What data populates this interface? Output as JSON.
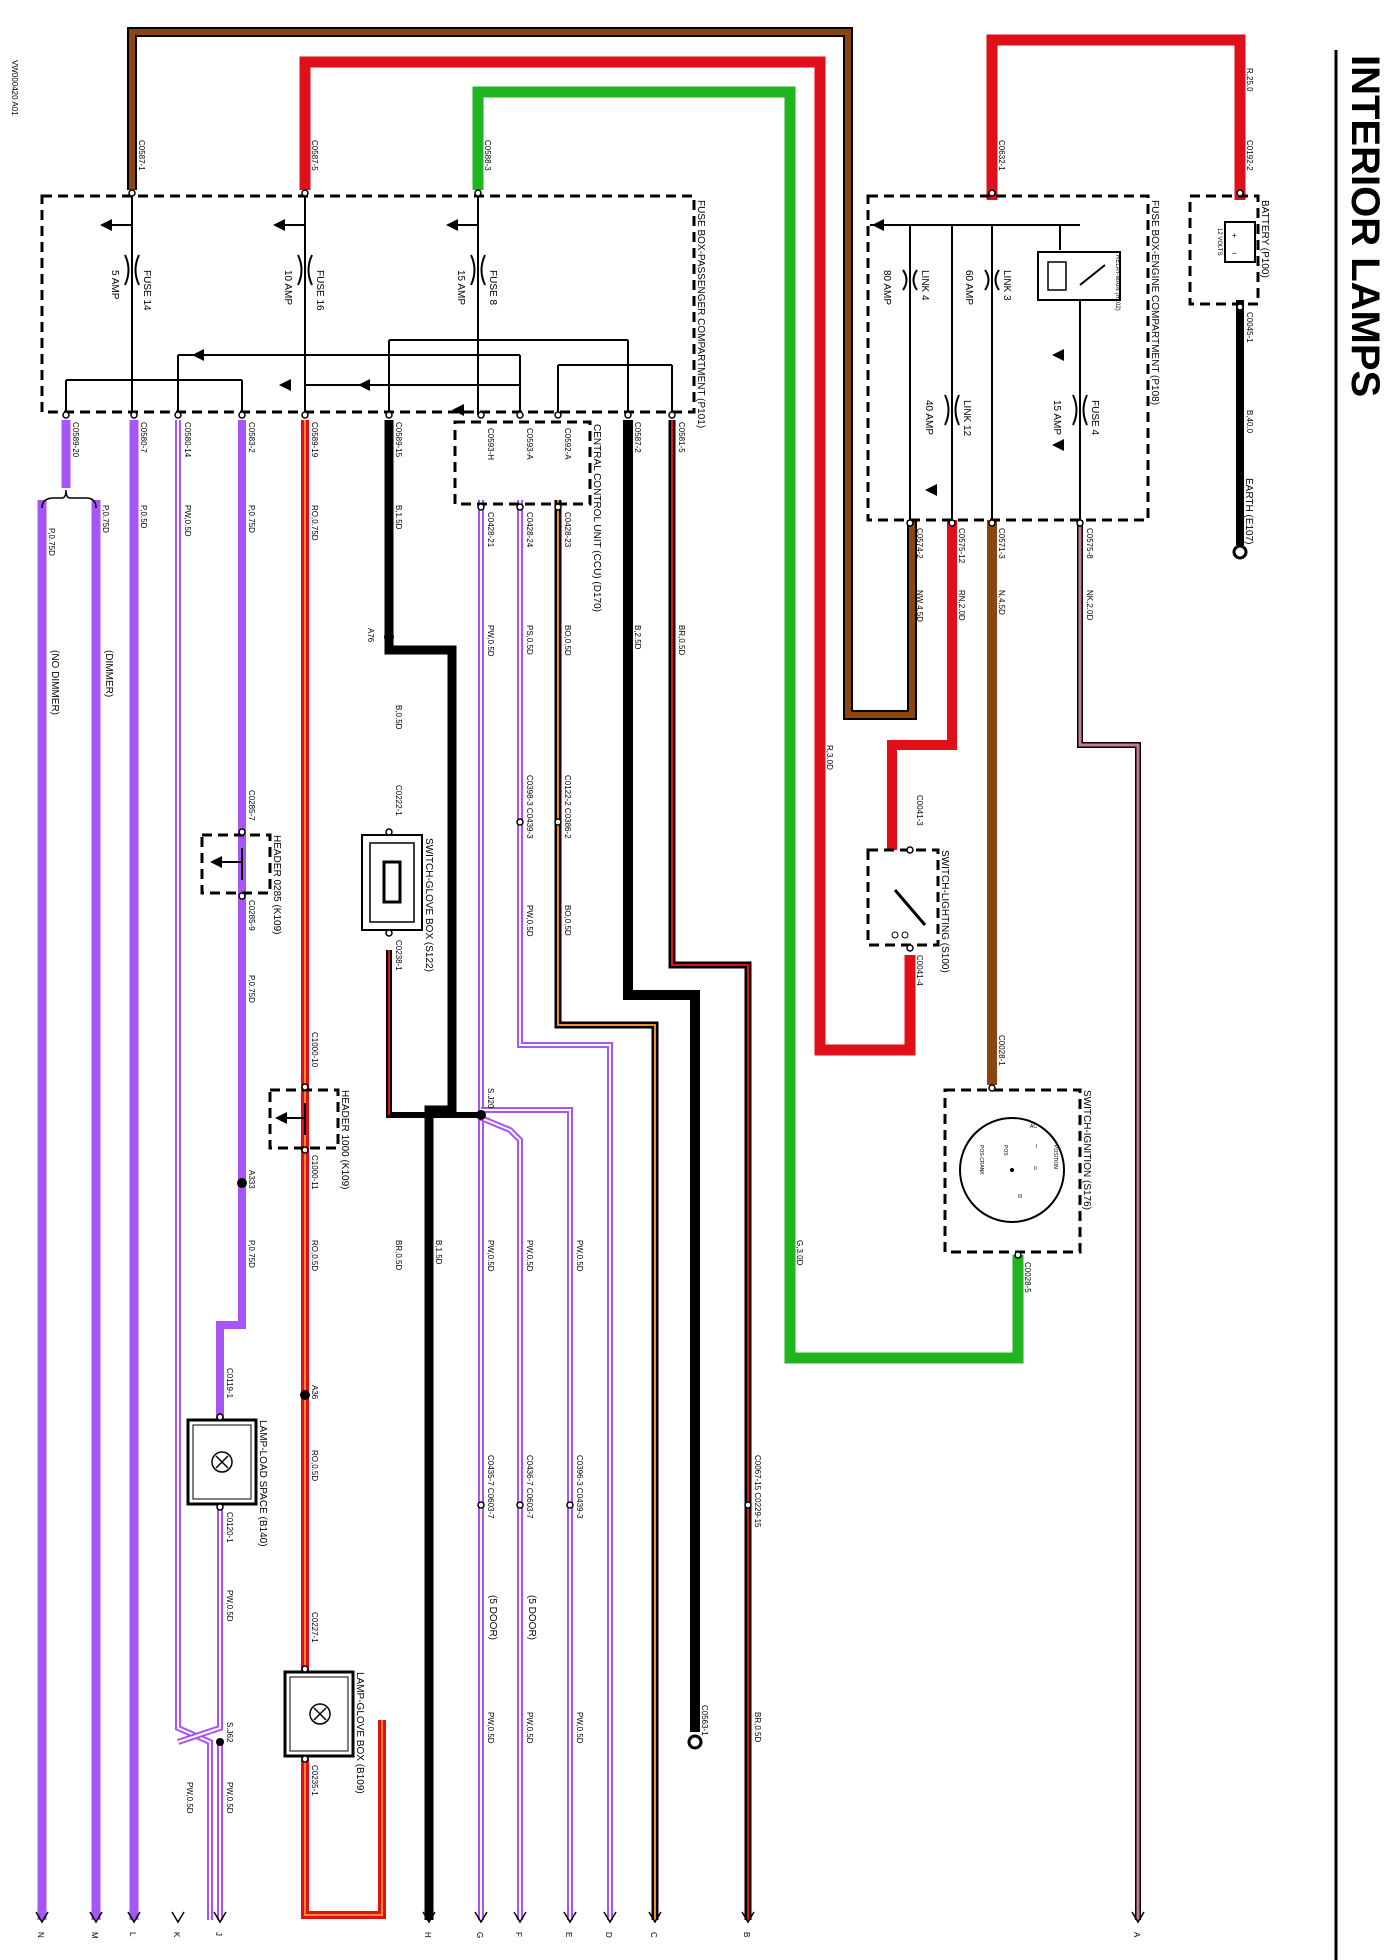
{
  "title": "INTERIOR LAMPS",
  "doc_id": "VW000420 A01",
  "colors": {
    "brown": "#8B4513",
    "red": "#E0101A",
    "green": "#1FB51F",
    "black": "#000000",
    "purple": "#A855F7",
    "pink": "#E86DA3",
    "orange": "#F28C28"
  },
  "components": {
    "battery": "BATTERY (P100)",
    "battery_volts": "12 VOLTS",
    "earth": "EARTH (E107)",
    "fusebox_engine": "FUSE BOX-ENGINE COMPARTMENT (P108)",
    "fusebox_passenger": "FUSE BOX-PASSENGER COMPARTMENT (P101)",
    "relay_main": "RELAY-MAIN (R102)",
    "ccu": "CENTRAL CONTROL UNIT (CCU) (D170)",
    "switch_lighting": "SWITCH-LIGHTING (S100)",
    "switch_ignition": "SWITCH-IGNITION (S176)",
    "switch_glovebox": "SWITCH-GLOVE BOX (S122)",
    "header_0285": "HEADER 0285 (K109)",
    "header_1000": "HEADER 1000 (K109)",
    "lamp_loadspace": "LAMP-LOAD SPACE (B140)",
    "lamp_glovebox": "LAMP-GLOVE BOX (B109)"
  },
  "ignition_positions": [
    "AC",
    "I",
    "II",
    "POSITION",
    "POS-CRANK",
    "POS",
    "III"
  ],
  "fuses": {
    "link4": [
      "LINK 4",
      "80 AMP"
    ],
    "link3": [
      "LINK 3",
      "60 AMP"
    ],
    "link12": [
      "LINK 12",
      "40 AMP"
    ],
    "fuse4": [
      "FUSE 4",
      "15 AMP"
    ],
    "fuse14": [
      "FUSE 14",
      "5 AMP"
    ],
    "fuse16": [
      "FUSE 16",
      "10 AMP"
    ],
    "fuse8": [
      "FUSE 8",
      "15 AMP"
    ]
  },
  "connectors": {
    "c0192_2": "C0192-2",
    "c0045_1": "C0045-1",
    "c0632_1": "C0632-1",
    "c0587_1": "C0587-1",
    "c0587_5": "C0587-5",
    "c0588_3": "C0588-3",
    "c0589_20": "C0589-20",
    "c0580_7": "C0580-7",
    "c0580_14": "C0580-14",
    "c0583_2": "C0583-2",
    "c0589_19": "C0589-19",
    "c0589_15": "C0589-15",
    "c0593_h": "C0593-H",
    "c0593_a": "C0593-A",
    "c0592_a": "C0592-A",
    "c0587_2": "C0587-2",
    "c0581_5": "C0581-5",
    "c0574_2": "C0574-2",
    "c0575_12": "C0575-12",
    "c0571_3": "C0571-3",
    "c0575_8": "C0575-8",
    "c0428_21": "C0428-21",
    "c0428_24": "C0428-24",
    "c0428_23": "C0428-23",
    "a76": "A76",
    "c0222_1": "C0222-1",
    "c0238_1": "C0238-1",
    "c0398_3_c0439_3": "C0398-3 C0439-3",
    "c0122_2_c0386_2": "C0122-2 C0386-2",
    "c0041_3": "C0041-3",
    "c0041_4": "C0041-4",
    "c0285_7": "C0285-7",
    "c0285_9": "C0285-9",
    "c1000_10": "C1000-10",
    "c1000_11": "C1000-11",
    "s_j20": "S.J20",
    "a333": "A333",
    "c0028_1": "C0028-1",
    "c0028_5": "C0028-5",
    "c0119_1": "C0119-1",
    "c0120_1": "C0120-1",
    "a36": "A36",
    "c0067_15_c0229_15": "C0067-15 C0229-15",
    "c0435_7_c0603_7": "C0435-7 C0603-7",
    "c0436_7_c0603_7": "C0436-7 C0603-7",
    "c0396_3_c0439_3": "C0396-3 C0439-3",
    "c0227_1": "C0227-1",
    "c0235_1": "C0235-1",
    "s_j62": "S.J62",
    "c0563_1": "C0563-1"
  },
  "wires": {
    "r25": "R,25.0",
    "b40": "B,40.0",
    "r30": "R,3.0D",
    "g30": "G,3.0D",
    "nw45": "NW,4.5D",
    "rn20": "RN,2.0D",
    "n45": "N,4.5D",
    "nk20": "NK,2.0D",
    "p075_a": "P,0.75D",
    "p075_b": "P,0.75D",
    "p05": "P,0.5D",
    "pw05": "PW,0.5D",
    "p075_c": "P,0.75D",
    "ro075": "RO,0.75D",
    "b15": "B,1.5D",
    "pw05_a": "PW,0.5D",
    "ps05": "PS,0.5D",
    "bo05": "BO,0.5D",
    "b25": "B,2.5D",
    "br05": "BR,0.5D",
    "b05": "B,0.5D",
    "pw05_b": "PW,0.5D",
    "bo05_b": "BO,0.5D",
    "p075_d": "P,0.75D",
    "ro05": "RO,0.5D",
    "br05_b": "BR,0.5D",
    "b15_b": "B,1.5D",
    "pw05_c": "PW,0.5D",
    "pw05_d": "PW,0.5D",
    "pw05_e": "PW,0.5D",
    "ro05_b": "RO,0.5D",
    "pw05_f": "PW,0.5D",
    "pw05_g": "PW,0.5D",
    "pw05_h": "PW,0.5D",
    "br05_c": "BR,0.5D",
    "pw05_i": "PW,0.5D",
    "pw05_j": "PW,0.5D",
    "pw05_k": "PW,0.5D"
  },
  "notes": {
    "no_dimmer": "(NO DIMMER)",
    "dimmer": "(DIMMER)",
    "five_door_a": "(5 DOOR)",
    "five_door_b": "(5 DOOR)"
  },
  "terminals": [
    "N",
    "M",
    "L",
    "K",
    "J",
    "H",
    "G",
    "F",
    "E",
    "D",
    "C",
    "B",
    "A"
  ]
}
